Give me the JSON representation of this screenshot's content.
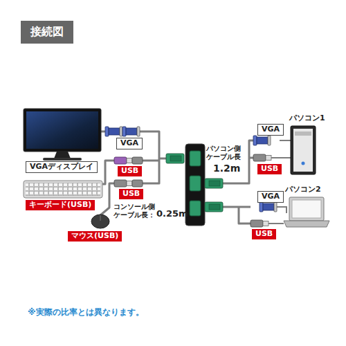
{
  "diagram": {
    "title": "接続図",
    "caption": "※実際の比率とは異なります。",
    "nodes": [
      {
        "text": [
          "VGA"
        ]
      },
      {
        "text": [
          "VGAディスプレイ"
        ]
      },
      {
        "text": [
          "USB"
        ]
      },
      {
        "text": [
          "USB"
        ]
      },
      {
        "text": [
          "キーボード(USB)"
        ]
      },
      {
        "text": [
          "マウス(USB)"
        ]
      },
      {
        "text": [
          "VGA"
        ]
      },
      {
        "text": [
          "USB"
        ]
      },
      {
        "text": [
          "VGA"
        ]
      },
      {
        "text": [
          "USB"
        ]
      }
    ],
    "labels": [
      "パソコン1",
      "パソコン側 ケーブル長",
      "1.2m",
      "パソコン2",
      "コンソール側 ケーブル長：",
      "0.25m"
    ]
  }
}
